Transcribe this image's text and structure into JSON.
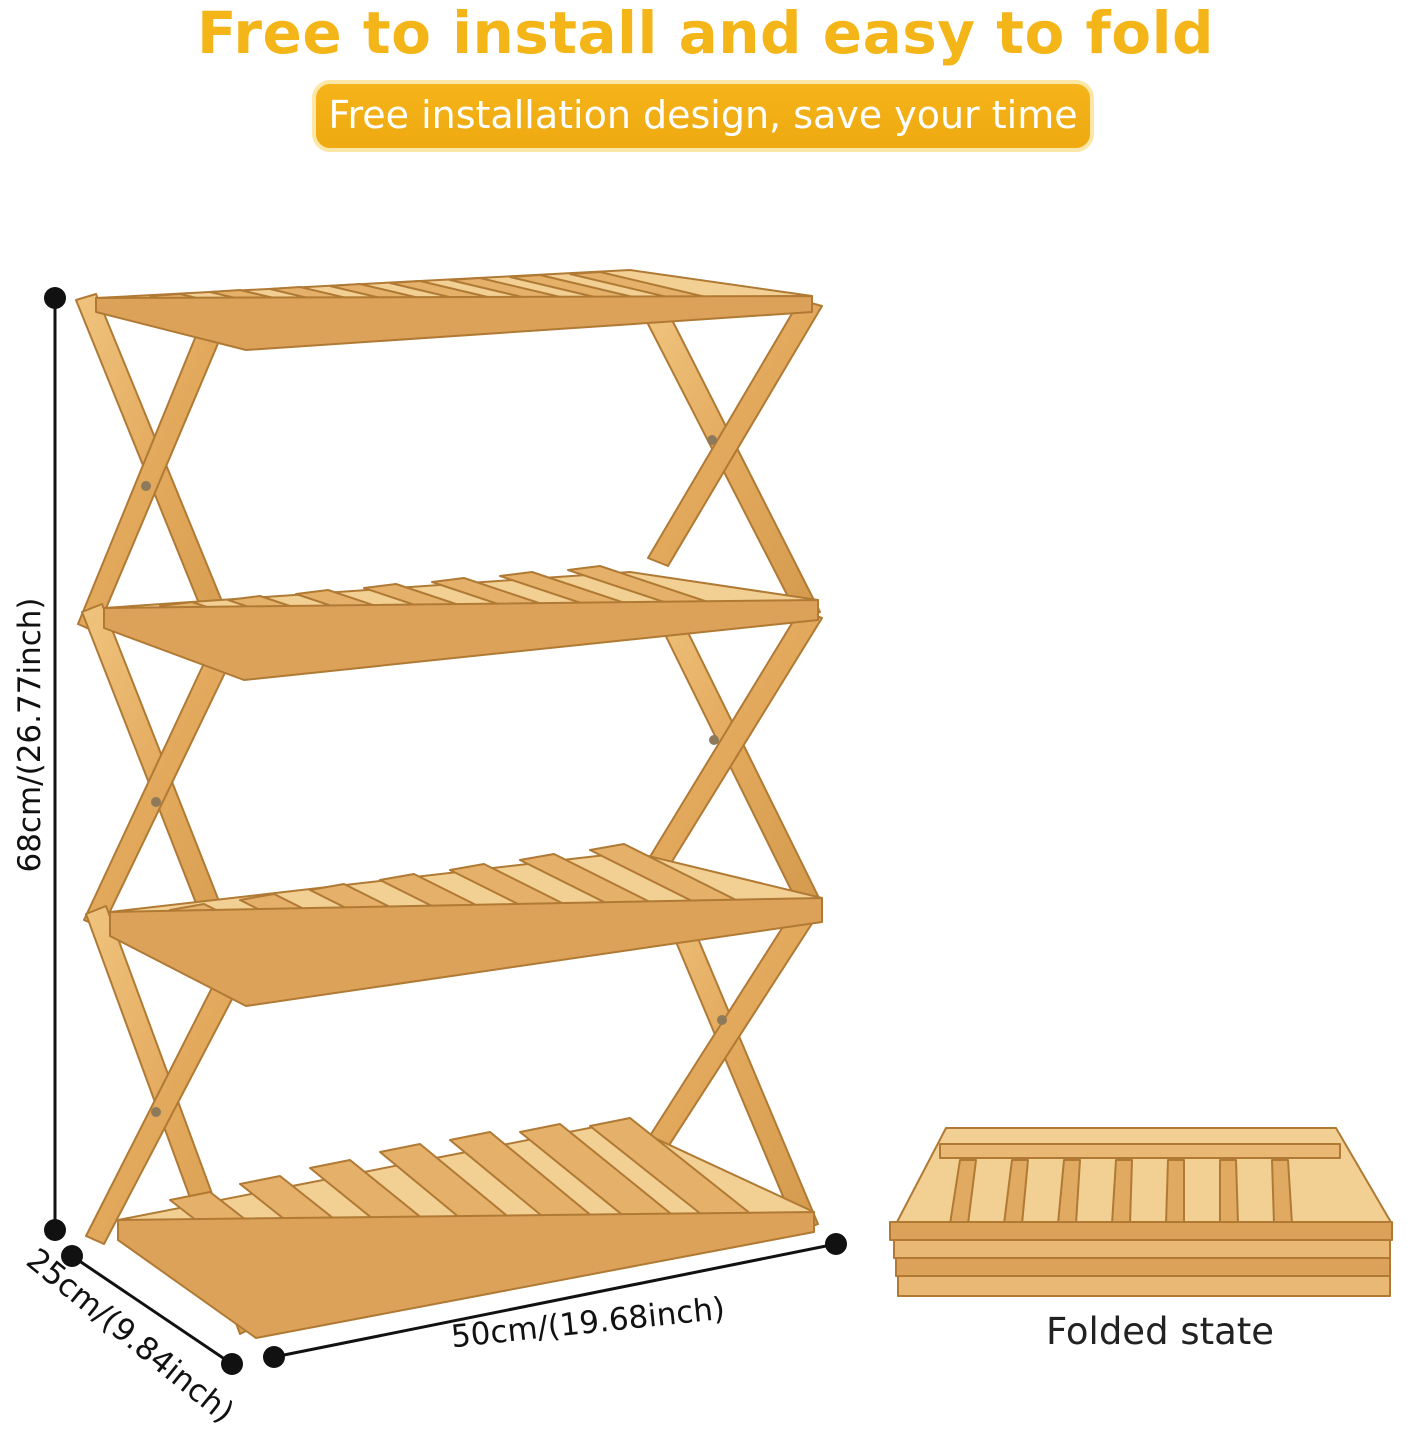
{
  "header": {
    "title": "Free to install and easy to fold",
    "subtitle": "Free installation design, save your time"
  },
  "dimensions": {
    "height": "68cm/(26.77inch)",
    "width": "50cm/(19.68inch)",
    "depth": "25cm/(9.84inch)"
  },
  "folded": {
    "label": "Folded state"
  },
  "colors": {
    "accent": "#f4b519",
    "bamboo": "#e3ae63",
    "bamboo_dark": "#c98f44",
    "bamboo_light": "#f3cf8f"
  }
}
